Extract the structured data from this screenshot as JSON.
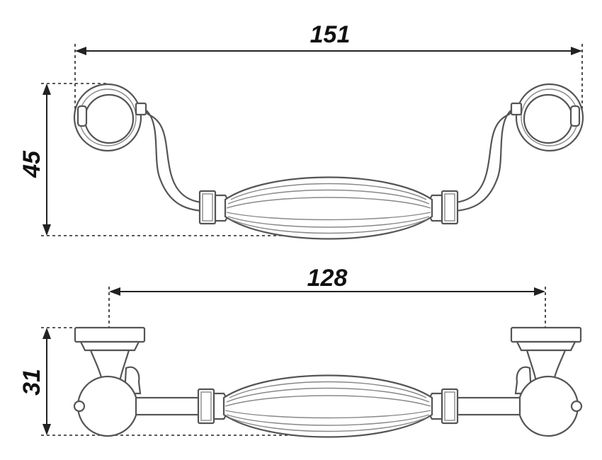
{
  "dimensions": {
    "top_width": "151",
    "top_height": "45",
    "bottom_centers": "128",
    "bottom_height": "31"
  }
}
